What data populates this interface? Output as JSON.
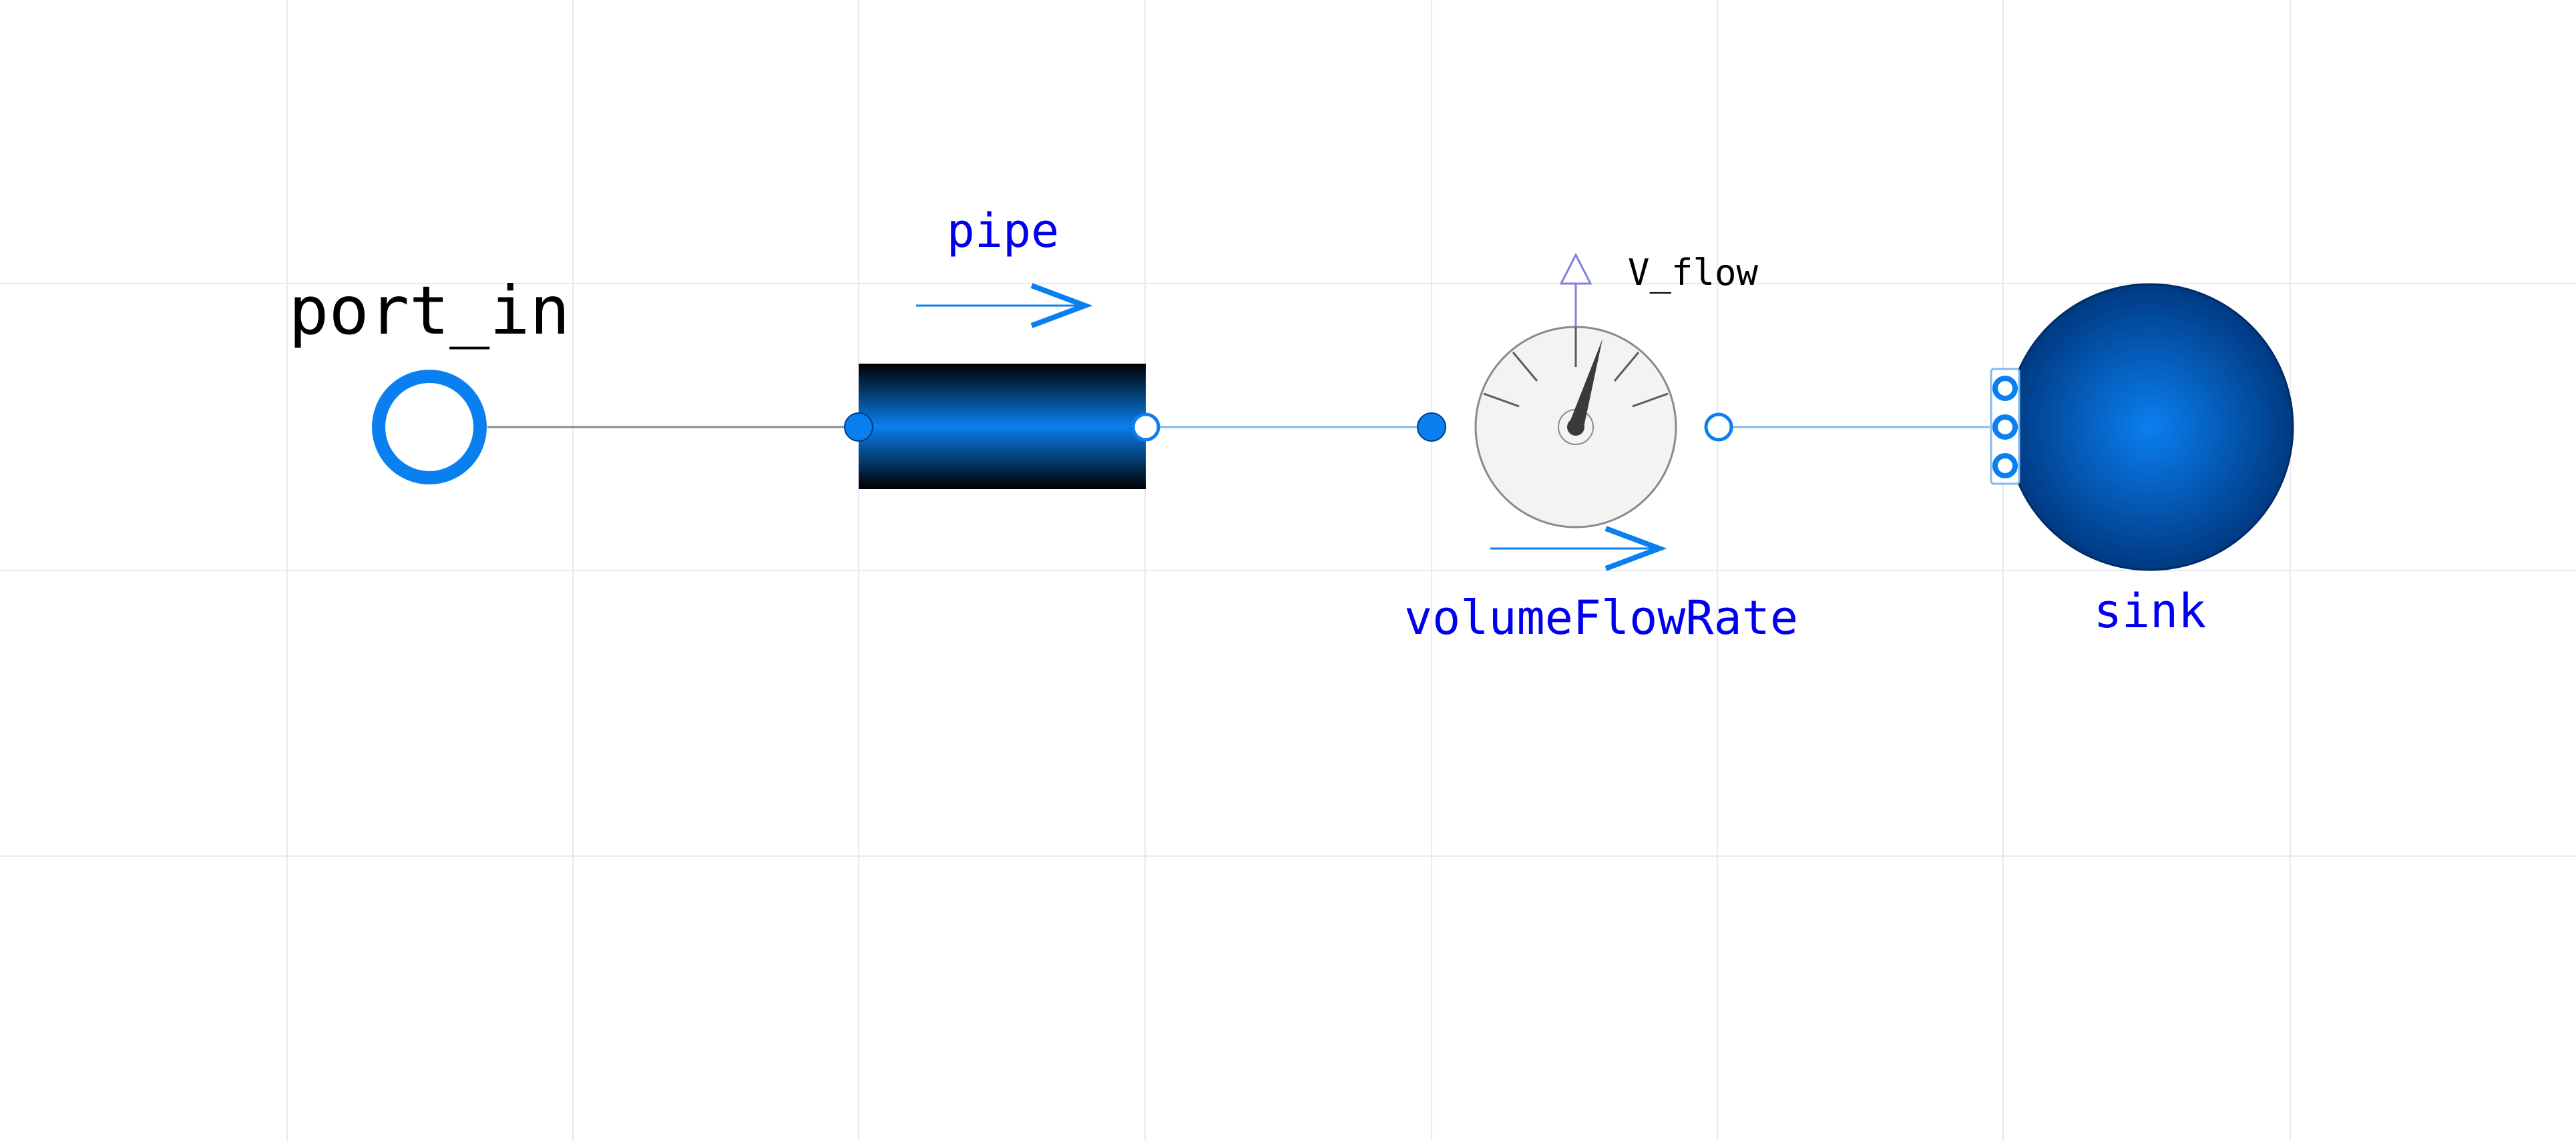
{
  "diagram": {
    "components": {
      "port_in": {
        "label": "port_in"
      },
      "pipe": {
        "label": "pipe"
      },
      "volumeFlowRate": {
        "label": "volumeFlowRate",
        "output_label": "V_flow"
      },
      "sink": {
        "label": "sink"
      }
    },
    "colors": {
      "label_blue": "#0000ee",
      "label_black": "#000000",
      "fluid_blue": "#0a7ff0",
      "dark_blue": "#003a82",
      "connection_line": "#7fb9f0",
      "signal_line": "#8080e0",
      "grid": "#e6e6ec"
    }
  }
}
